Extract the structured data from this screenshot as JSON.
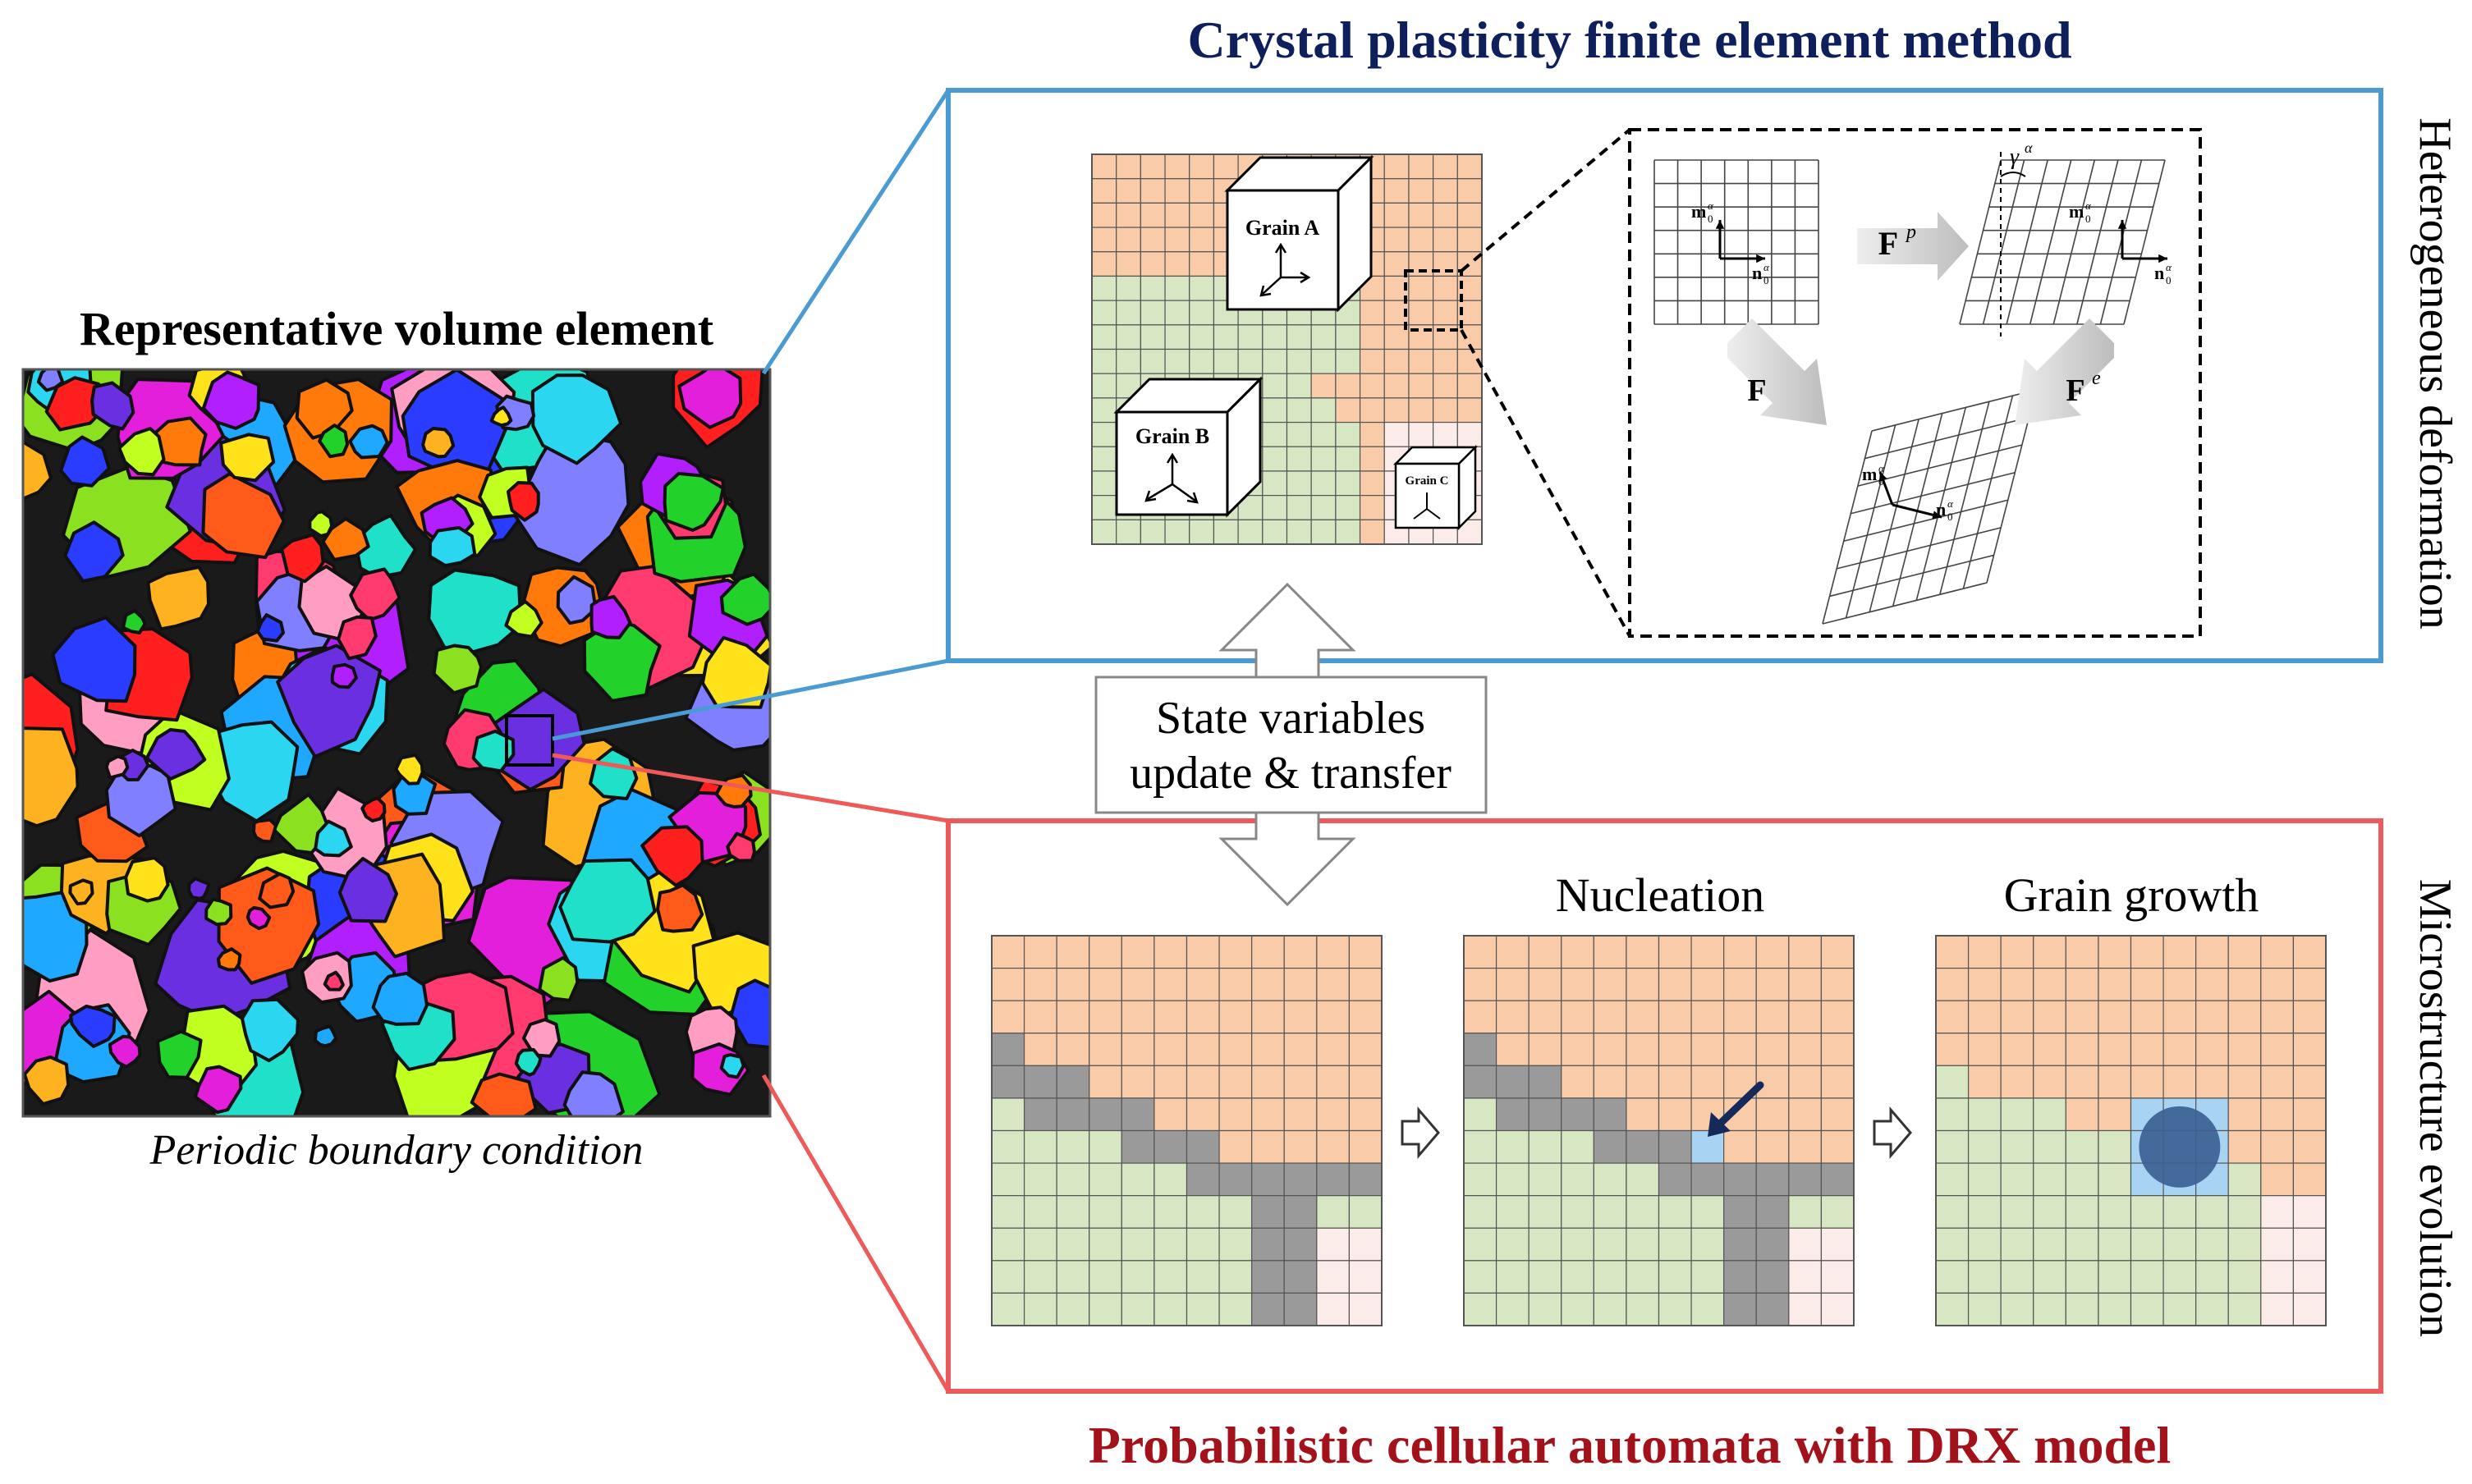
{
  "titles": {
    "cpfem": "Crystal plasticity finite element method",
    "ca": "Probabilistic cellular automata with DRX model",
    "rve": "Representative volume element",
    "rve_caption": "Periodic boundary condition"
  },
  "side_labels": {
    "top": "Heterogeneous deformation",
    "bottom": "Microstructure evolution"
  },
  "transfer": {
    "line1": "State variables",
    "line2": "update & transfer"
  },
  "stages": {
    "nucleation": "Nucleation",
    "growth": "Grain growth"
  },
  "grains": {
    "a": "Grain A",
    "b": "Grain B",
    "c": "Grain C"
  },
  "gradients": {
    "fp": "F",
    "fp_sup": "p",
    "f": "F",
    "fe": "F",
    "fe_sup": "e",
    "m": "m",
    "n": "n",
    "sub0": "0",
    "alpha": "α",
    "gamma": "γ"
  },
  "colors": {
    "cpfem_title": "#0f1f5c",
    "ca_title": "#a3111a",
    "blue_frame": "#4a9bd4",
    "red_frame": "#ee5a5a",
    "orange_cell": "#f9cba9",
    "green_cell": "#d7e6c3",
    "pink_cell": "#fbecea",
    "gray_cell": "#9a9a9a",
    "nucleus": "#a8d3f3",
    "grown_circle": "#3c5f94"
  }
}
